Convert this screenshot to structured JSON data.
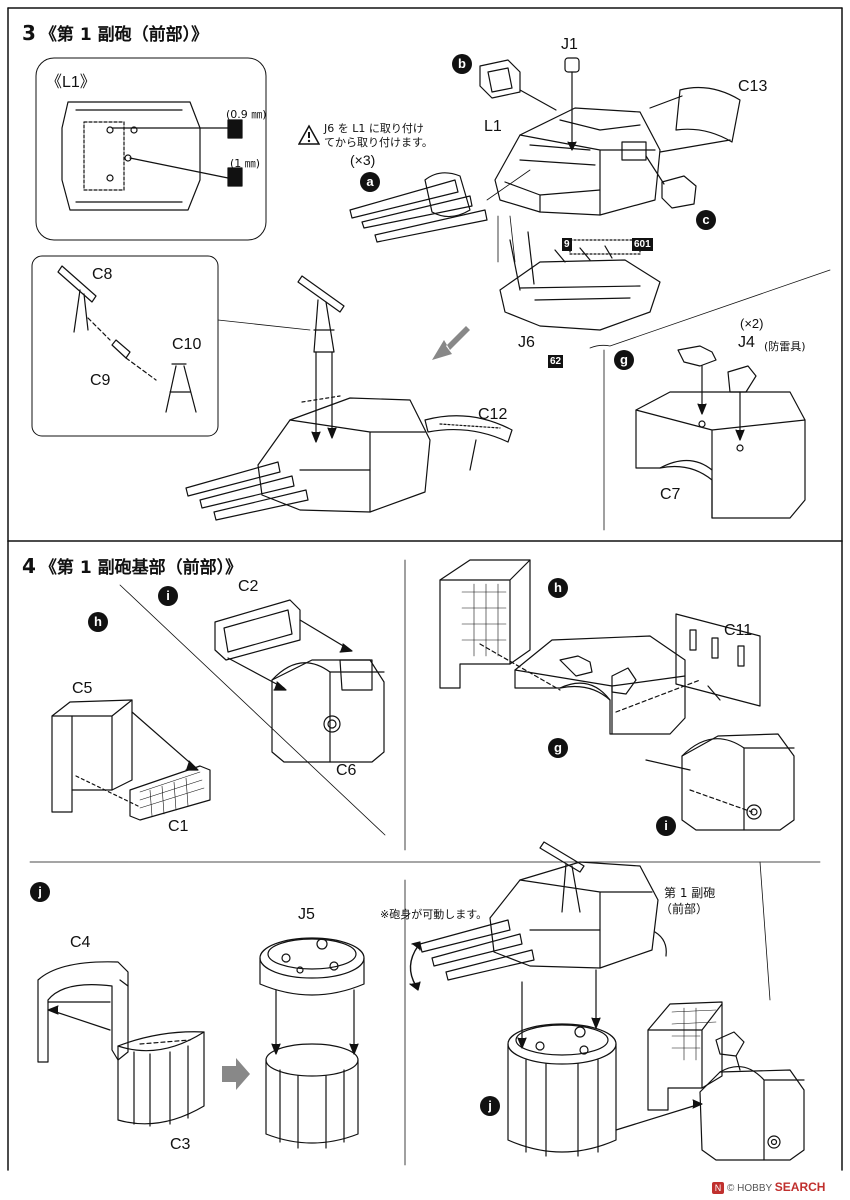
{
  "step3": {
    "number": "3",
    "title": "《第 1 副砲（前部）》",
    "inset_l1": {
      "title": "《L1》",
      "drill_1": "(0.9 ㎜)",
      "drill_2": "(1 ㎜)"
    },
    "warning_note_line1": "J6 を L1 に取り付け",
    "warning_note_line2": "てから取り付けます。",
    "qty_a": "(×3)",
    "qty_j4": "(×2)",
    "j4_desc": "(防雷具)",
    "labels": {
      "b": "b",
      "a": "a",
      "c": "c",
      "g": "g",
      "J1": "J1",
      "L1": "L1",
      "C13": "C13",
      "J6": "J6",
      "part9": "9",
      "part601": "601",
      "part62": "62",
      "C8": "C8",
      "C9": "C9",
      "C10": "C10",
      "C12": "C12",
      "J4": "J4",
      "C7": "C7"
    }
  },
  "step4": {
    "number": "4",
    "title": "《第 1 副砲基部（前部）》",
    "labels": {
      "h": "h",
      "i": "i",
      "C2": "C2",
      "C5": "C5",
      "C1": "C1",
      "C6": "C6",
      "h2": "h",
      "C11": "C11",
      "g": "g",
      "i2": "i",
      "j": "j",
      "C4": "C4",
      "J5": "J5",
      "C3": "C3",
      "j2": "j"
    },
    "movable_note": "※砲身が可動します。",
    "assembled_line1": "第 1 副砲",
    "assembled_line2": "（前部）"
  },
  "footer": {
    "prefix": "© HOBBY ",
    "brand": "SEARCH",
    "symbol": "N"
  }
}
